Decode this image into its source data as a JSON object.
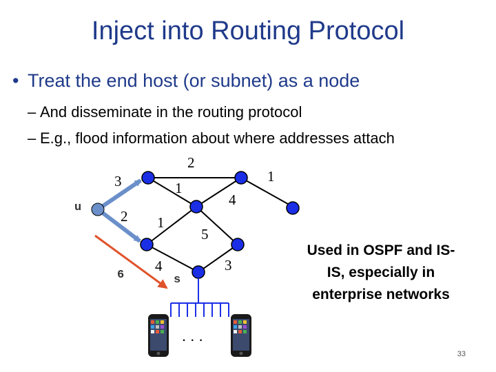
{
  "slide": {
    "title": "Inject into Routing Protocol",
    "bullet": "Treat the end host (or subnet) as a node",
    "bullet_marker": "•",
    "sub_marker": "–",
    "subbullets": [
      "And disseminate in the routing protocol",
      "E.g., flood information about where addresses attach"
    ],
    "callout": [
      "Used in OSPF and IS-",
      "IS, especially in",
      "enterprise networks"
    ],
    "page_number": "33"
  },
  "diagram": {
    "colors": {
      "router": "#1a2ee6",
      "router_outline": "#000000",
      "edge": "#000000",
      "host_edge": "#6b8fc9",
      "flood_arrow": "#e0522a",
      "tree": "#1a2ee6"
    },
    "host_labels": {
      "u": "u",
      "six": "6",
      "s": "s"
    },
    "edge_weights": {
      "top": "2",
      "right": "1",
      "u_to_top": "3",
      "top_to_mid": "1",
      "mid_to_top_right": "4",
      "u_to_mid": "2",
      "mid_left": "1",
      "mid_to_center": "5",
      "mid_to_s": "4",
      "s_to_center": "3"
    },
    "ellipsis": ". . ."
  }
}
